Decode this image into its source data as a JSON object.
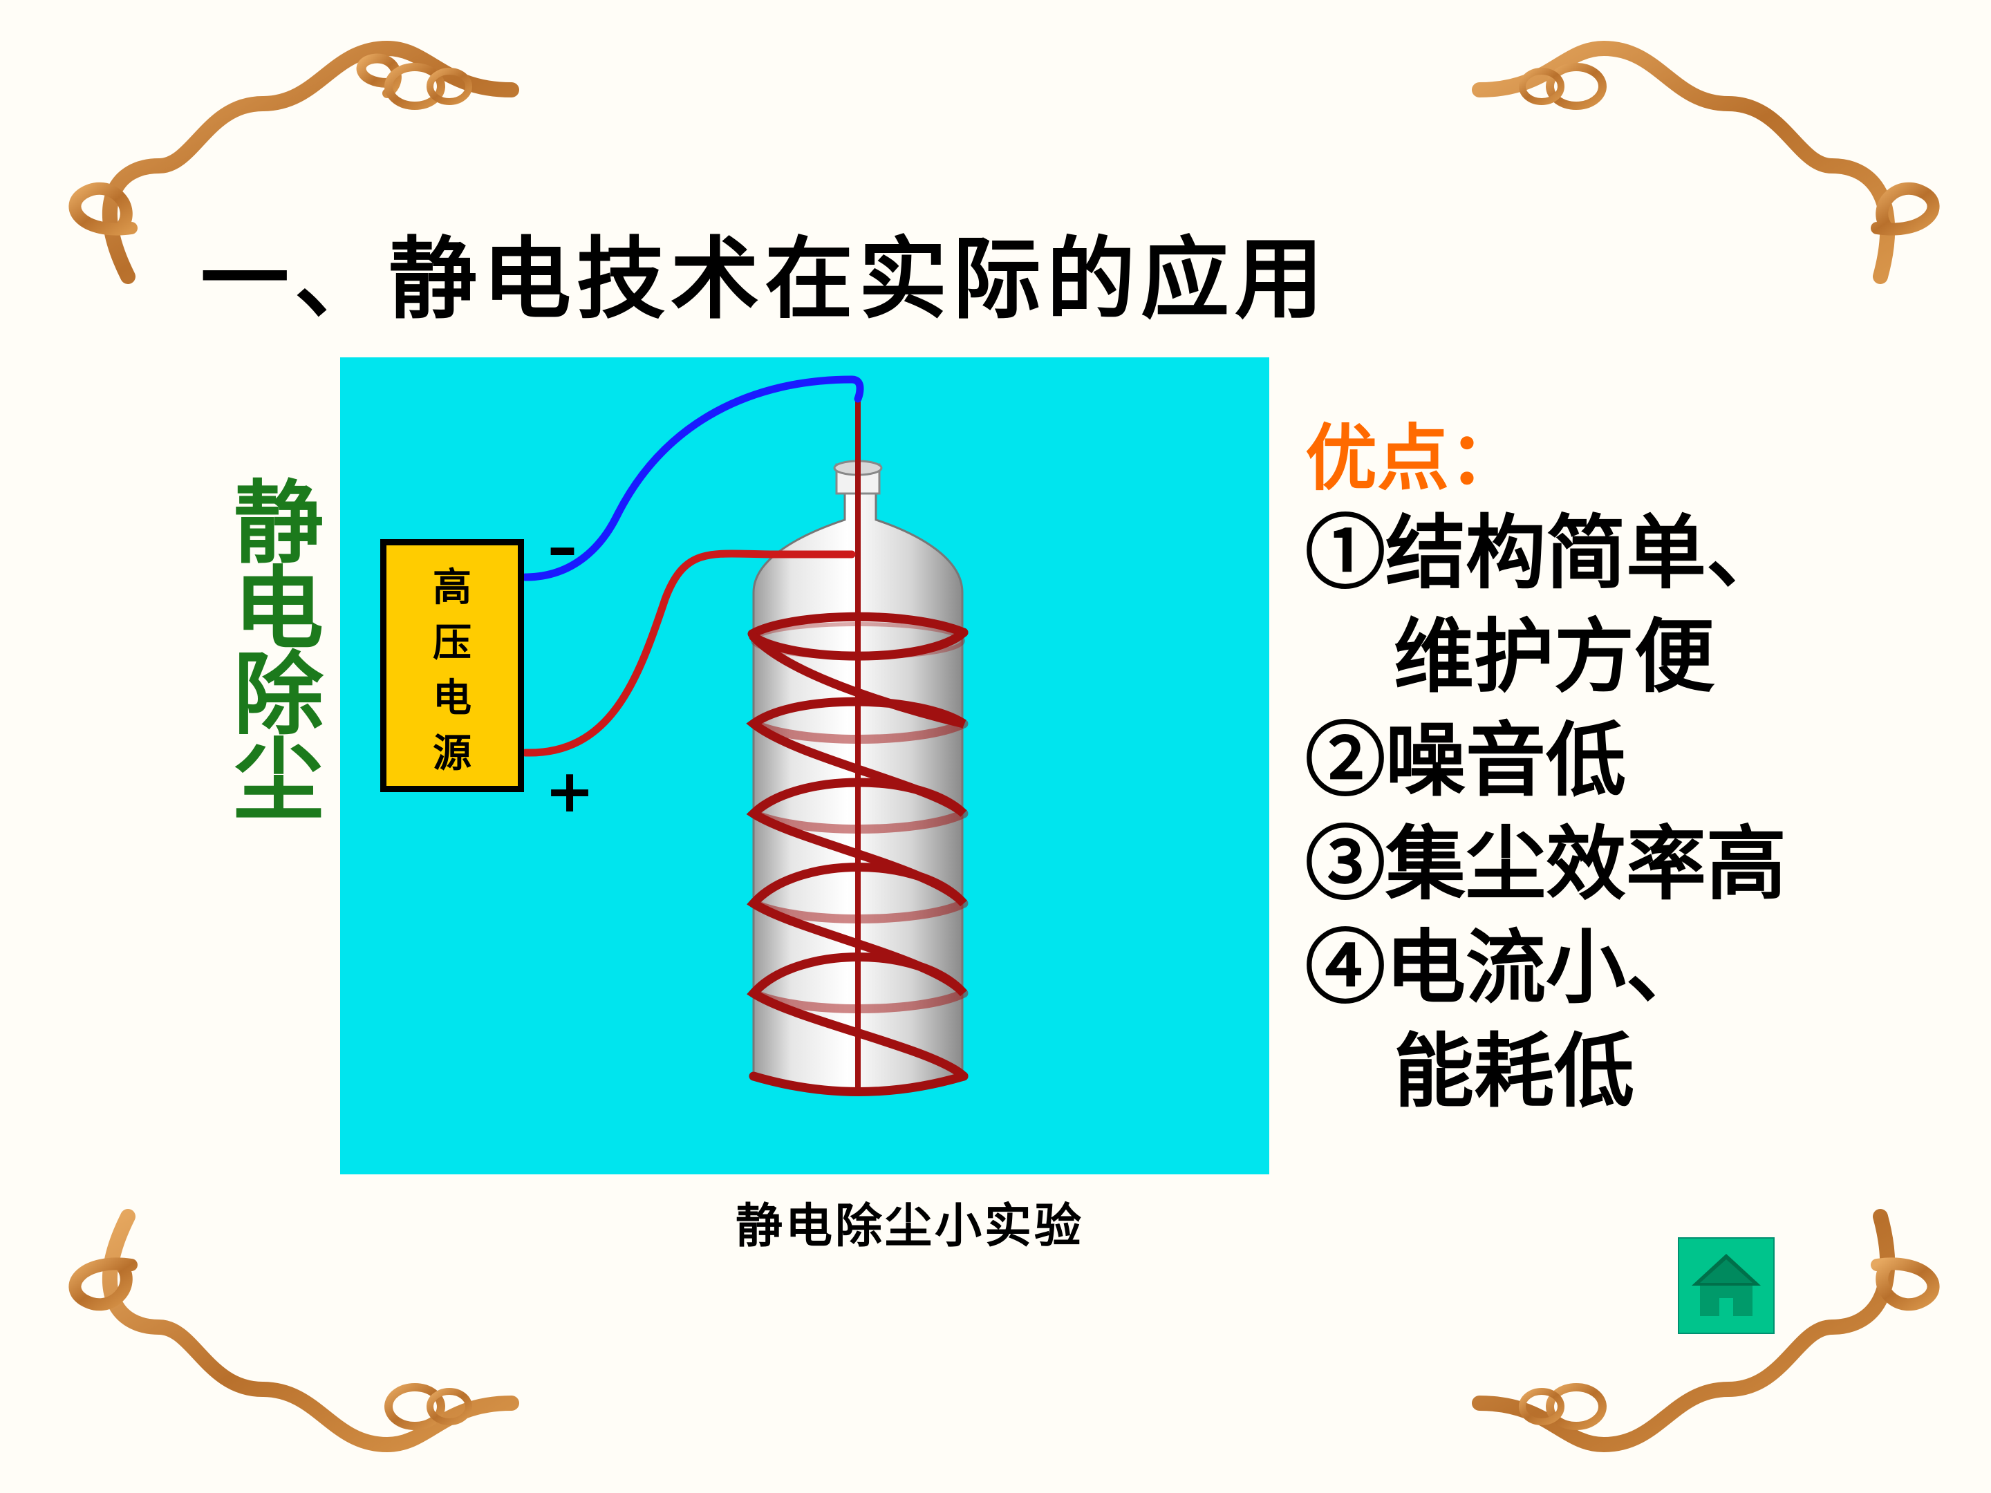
{
  "title": "一、静电技术在实际的应用",
  "side_label": [
    "静",
    "电",
    "除",
    "尘"
  ],
  "diagram": {
    "power_supply": [
      "高",
      "压",
      "电",
      "源"
    ],
    "minus_sign": "–",
    "plus_sign": "+",
    "caption": "静电除尘小实验"
  },
  "advantages": {
    "heading": "优点：",
    "items": [
      {
        "line1": "①结构简单、",
        "line2": "维护方便"
      },
      {
        "line1": "②噪音低",
        "line2": ""
      },
      {
        "line1": "③集尘效率高",
        "line2": ""
      },
      {
        "line1": "④电流小、",
        "line2": "能耗低"
      }
    ]
  },
  "home_button": {
    "icon": "home-icon"
  },
  "colors": {
    "diagram_bg": "#00e5ee",
    "power_box": "#ffcc00",
    "negative_wire": "#1a1aff",
    "positive_wire": "#cc1a1a",
    "coil": "#a01010",
    "side_label": "#1c7a1c",
    "advantage_heading": "#ff6a00",
    "frame": "#c8853a",
    "home_button": "#00c48c"
  }
}
